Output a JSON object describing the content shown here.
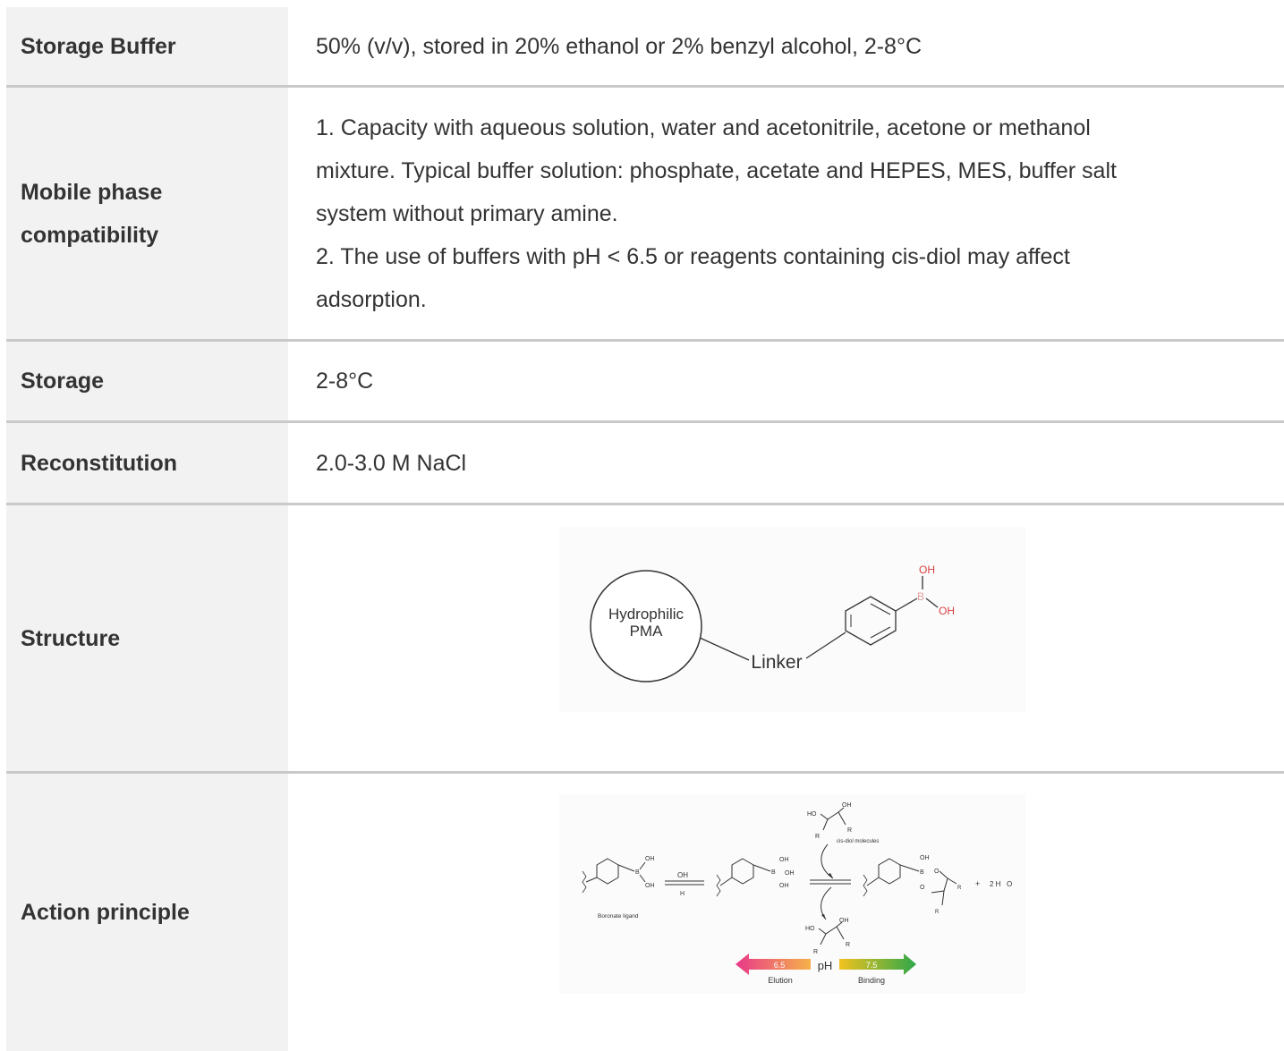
{
  "rows": [
    {
      "label": "Storage Buffer",
      "value": "50% (v/v), stored in 20% ethanol or 2% benzyl alcohol, 2-8°C"
    },
    {
      "label_line1": "Mobile phase",
      "label_line2": "compatibility",
      "lines": [
        "1. Capacity with aqueous solution, water and acetonitrile, acetone or methanol",
        "mixture. Typical buffer solution: phosphate, acetate and HEPES, MES, buffer salt",
        "system without primary amine.",
        "2. The use of buffers with pH < 6.5 or reagents containing cis-diol may affect",
        "adsorption."
      ]
    },
    {
      "label": "Storage",
      "value": "2-8°C"
    },
    {
      "label": "Reconstitution",
      "value": "2.0-3.0 M NaCl"
    },
    {
      "label": "Structure"
    },
    {
      "label": "Action principle"
    }
  ],
  "structure_figure": {
    "circle_line1": "Hydrophilic",
    "circle_line2": "PMA",
    "linker": "Linker",
    "oh_top": "OH",
    "boron": "B",
    "oh_right": "OH"
  },
  "action_figure": {
    "ho_top": "HO",
    "oh_top": "OH",
    "r1_top": "R",
    "r2_top": "R",
    "cis_diol": "cis-diol molecules",
    "oh1": "OH",
    "b1": "B",
    "oh2": "OH",
    "boronate_ligand": "Boronate ligand",
    "oh_minus": "OH",
    "h_plus": "H",
    "oh3": "OH",
    "b2": "B",
    "oh4": "OH",
    "oh5": "OH",
    "oh6": "OH",
    "b3": "B",
    "o1": "O",
    "o2": "O",
    "r1_right": "R",
    "r2_right": "R",
    "plus": "+",
    "water": "2 H",
    "water_o": "O",
    "ho_bottom": "HO",
    "oh_bottom": "OH",
    "r1_bottom": "R",
    "r2_bottom": "R",
    "ph_low": "6.5",
    "ph_label": "pH",
    "ph_high": "7.5",
    "elution": "Elution",
    "binding": "Binding"
  },
  "colors": {
    "label_bg": "#f2f2f2",
    "divider": "#c9c9c9",
    "text": "#333333"
  }
}
